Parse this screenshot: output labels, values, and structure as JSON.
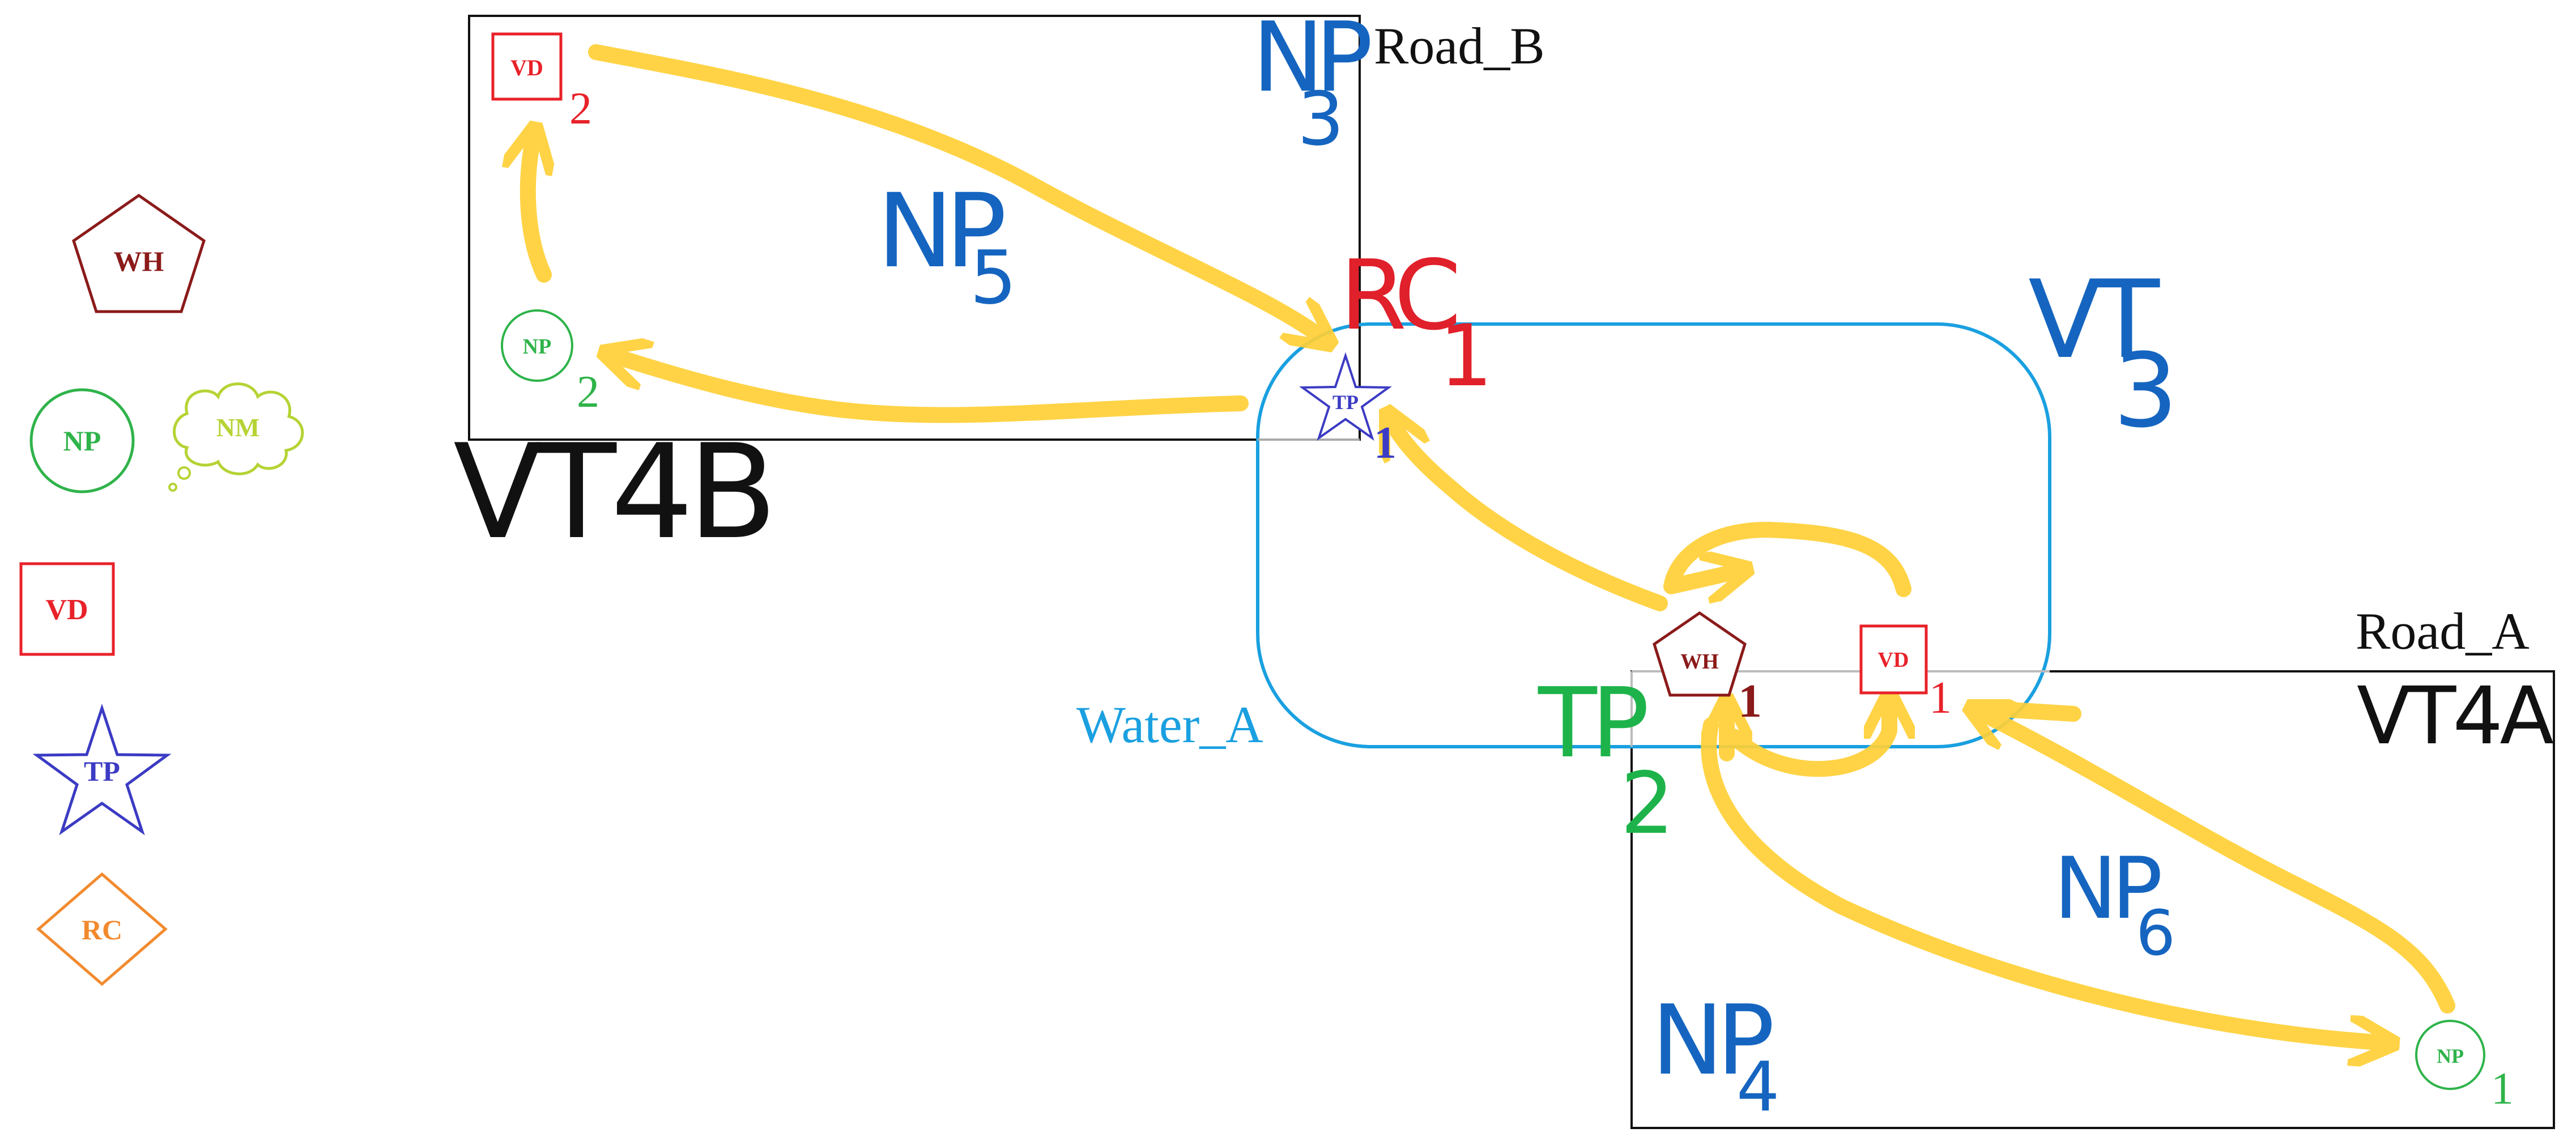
{
  "colors": {
    "wh": "#8b1a1a",
    "np": "#2fb34a",
    "nm": "#b5d334",
    "vd": "#e8222a",
    "tp": "#3b3bc4",
    "rc": "#f28a2e",
    "water": "#1aa0e0",
    "ink_blue": "#1565c0",
    "ink_green": "#1db34a",
    "ink_red": "#e0202a",
    "ink_black": "#111111",
    "arrow": "#ffd036"
  },
  "legend": {
    "wh": "WH",
    "np": "NP",
    "nm": "NM",
    "vd": "VD",
    "tp": "TP",
    "rc": "RC"
  },
  "regions": {
    "road_b": "Road_B",
    "road_a": "Road_A",
    "water_a": "Water_A",
    "vt4b": "VT4B",
    "vt4a": "VT4A",
    "vt3": "VT",
    "vt3_sub": "3"
  },
  "nodes": {
    "vd2": {
      "label": "VD",
      "index": "2"
    },
    "np2": {
      "label": "NP",
      "index": "2"
    },
    "tp1": {
      "label": "TP",
      "index": "1"
    },
    "wh1": {
      "label": "WH",
      "index": "1"
    },
    "vd1": {
      "label": "VD",
      "index": "1"
    },
    "np1": {
      "label": "NP",
      "index": "1"
    }
  },
  "handwritten": {
    "np3": {
      "base": "NP",
      "sub": "3"
    },
    "np5": {
      "base": "NP",
      "sub": "5"
    },
    "rc1": {
      "base": "RC",
      "sub": "1"
    },
    "tp2": {
      "base": "TP",
      "sub": "2"
    },
    "np6": {
      "base": "NP",
      "sub": "6"
    },
    "np4": {
      "base": "NP",
      "sub": "4"
    }
  }
}
